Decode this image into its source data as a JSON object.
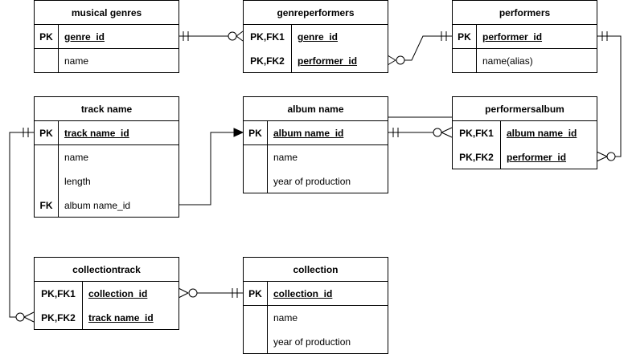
{
  "entities": {
    "musical_genres": {
      "title": "musical genres",
      "rows": [
        {
          "key": "PK",
          "field": "genre_id"
        },
        {
          "key": "",
          "field": "name"
        }
      ]
    },
    "genreperformers": {
      "title": "genreperformers",
      "rows": [
        {
          "key": "PK,FK1",
          "field": "genre_id"
        },
        {
          "key": "PK,FK2",
          "field": "performer_id"
        }
      ]
    },
    "performers": {
      "title": "performers",
      "rows": [
        {
          "key": "PK",
          "field": "performer_id"
        },
        {
          "key": "",
          "field": "name(alias)"
        }
      ]
    },
    "track_name": {
      "title": "track name",
      "rows": [
        {
          "key": "PK",
          "field": "track name_id"
        },
        {
          "key": "",
          "field": "name"
        },
        {
          "key": "",
          "field": "length"
        },
        {
          "key": "FK",
          "field": "album name_id"
        }
      ]
    },
    "album_name": {
      "title": "album name",
      "rows": [
        {
          "key": "PK",
          "field": "album name_id"
        },
        {
          "key": "",
          "field": "name"
        },
        {
          "key": "",
          "field": "year of production"
        }
      ]
    },
    "performersalbum": {
      "title": "performersalbum",
      "rows": [
        {
          "key": "PK,FK1",
          "field": "album name_id"
        },
        {
          "key": "PK,FK2",
          "field": "performer_id"
        }
      ]
    },
    "collectiontrack": {
      "title": "collectiontrack",
      "rows": [
        {
          "key": "PK,FK1",
          "field": "collection_id"
        },
        {
          "key": "PK,FK2",
          "field": "track name_id"
        }
      ]
    },
    "collection": {
      "title": "collection",
      "rows": [
        {
          "key": "PK",
          "field": "collection_id"
        },
        {
          "key": "",
          "field": "name"
        },
        {
          "key": "",
          "field": "year of production"
        }
      ]
    }
  }
}
